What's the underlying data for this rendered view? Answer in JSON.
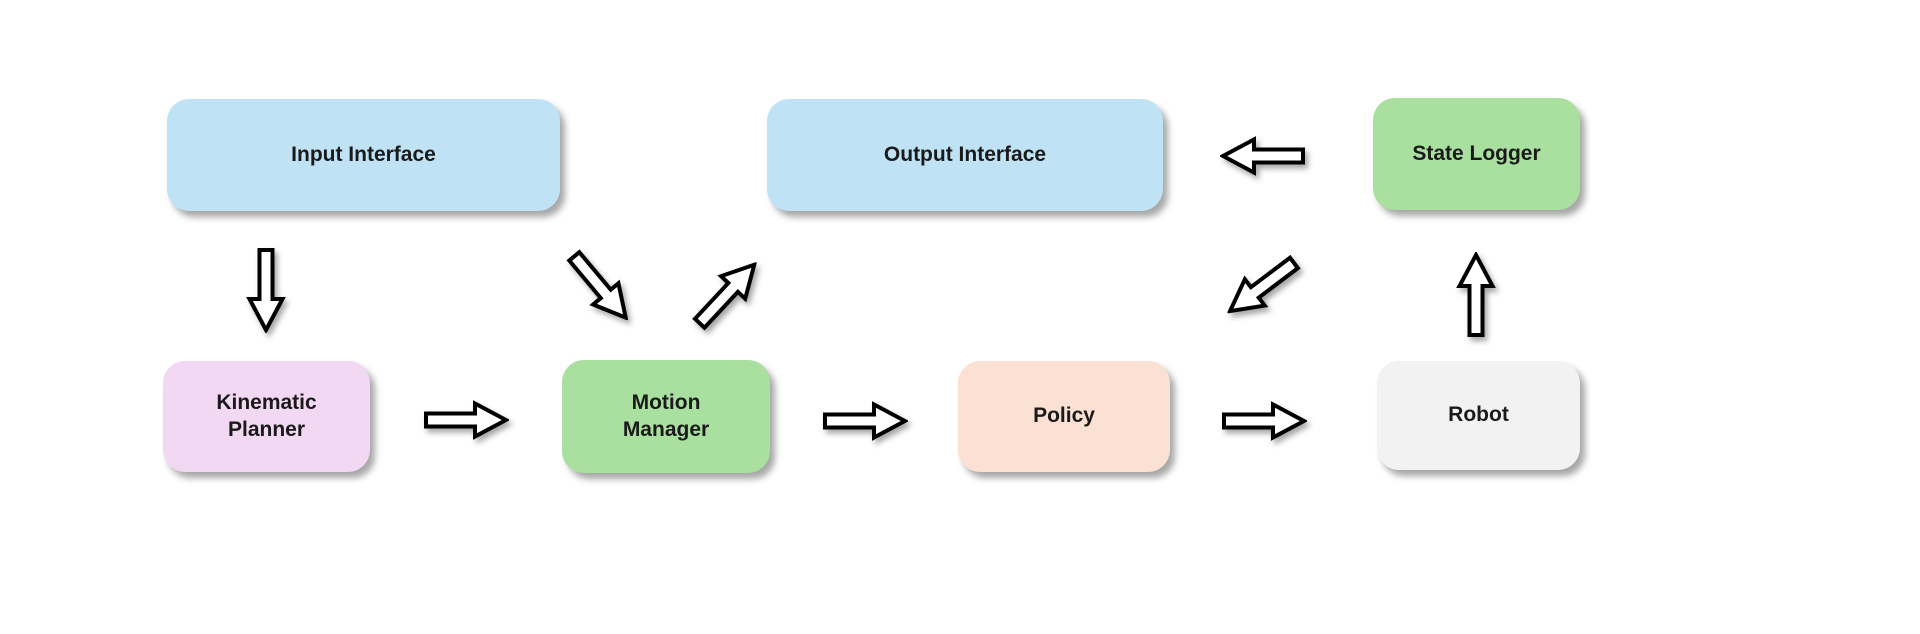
{
  "diagram": {
    "background_color": "#ffffff",
    "text_color": "#1a1a1a",
    "arrow_style": {
      "fill": "#ffffff",
      "stroke": "#000000",
      "shape": "outlined-block-arrow"
    },
    "nodes": [
      {
        "id": "input-interface",
        "label": "Input Interface",
        "color": "#bfe3f5"
      },
      {
        "id": "output-interface",
        "label": "Output Interface",
        "color": "#bfe3f5"
      },
      {
        "id": "state-logger",
        "label": "State Logger",
        "color": "#a9df9f"
      },
      {
        "id": "kinematic-planner",
        "label": "Kinematic Planner",
        "color": "#f2d8f2"
      },
      {
        "id": "motion-manager",
        "label": "Motion Manager",
        "color": "#a9df9f"
      },
      {
        "id": "policy",
        "label": "Policy",
        "color": "#fae1d3"
      },
      {
        "id": "robot",
        "label": "Robot",
        "color": "#f2f2f2"
      }
    ],
    "edges": [
      {
        "from": "input-interface",
        "to": "kinematic-planner",
        "direction": "down"
      },
      {
        "from": "input-interface",
        "to": "motion-manager",
        "direction": "down-right"
      },
      {
        "from": "motion-manager",
        "to": "output-interface",
        "direction": "up-right"
      },
      {
        "from": "kinematic-planner",
        "to": "motion-manager",
        "direction": "right"
      },
      {
        "from": "motion-manager",
        "to": "policy",
        "direction": "right"
      },
      {
        "from": "policy",
        "to": "robot",
        "direction": "right"
      },
      {
        "from": "robot",
        "to": "state-logger",
        "direction": "up"
      },
      {
        "from": "state-logger",
        "to": "output-interface",
        "direction": "left"
      },
      {
        "from": "state-logger",
        "to": "policy",
        "direction": "down-left"
      }
    ]
  }
}
